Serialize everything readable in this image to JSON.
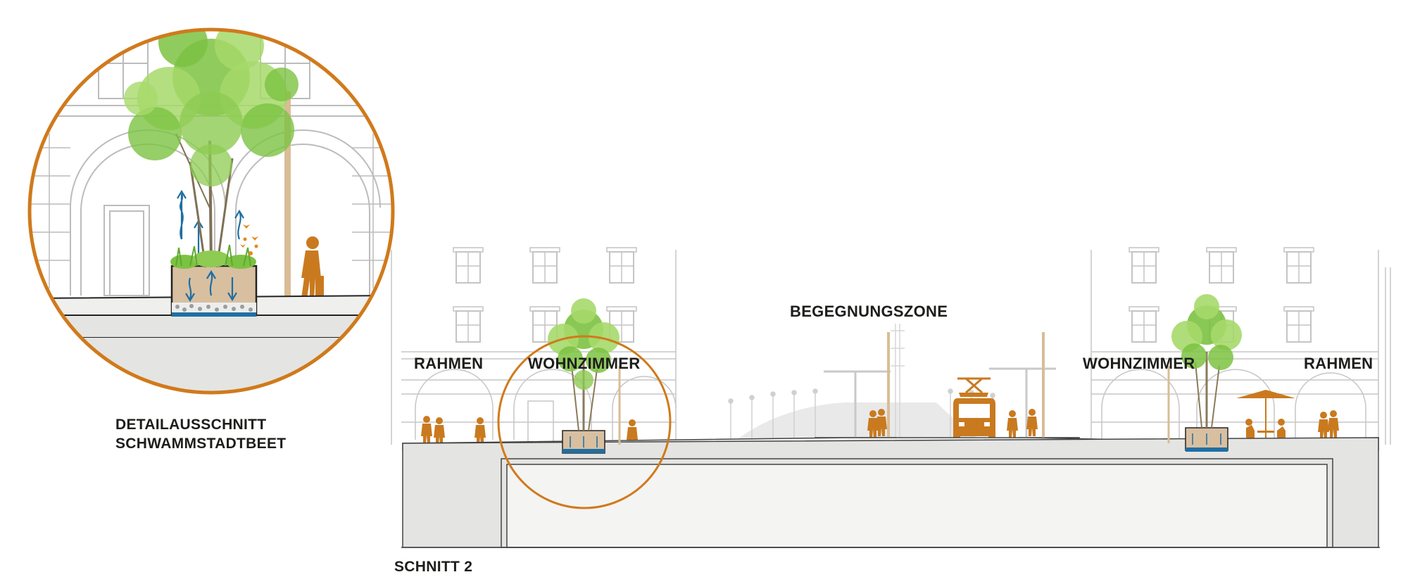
{
  "labels": {
    "zone_rahmen_left": "RAHMEN",
    "zone_wohnzimmer_left": "WOHNZIMMER",
    "zone_begegnungszone": "BEGEGNUNGSZONE",
    "zone_wohnzimmer_right": "WOHNZIMMER",
    "zone_rahmen_right": "RAHMEN",
    "detail_line1": "DETAILAUSSCHNITT",
    "detail_line2": "SCHWAMMSTADTBEET",
    "section_title": "SCHNITT 2"
  },
  "colors": {
    "accent_orange": "#d07a1c",
    "figure_orange": "#c97a1f",
    "tree_green": "#7cc242",
    "tree_green_light": "#a6d96a",
    "water_blue": "#1f6fa3",
    "soil_tan": "#d8bfa0",
    "facade_line": "#b9b9b9",
    "ground_grey": "#e4e4e2",
    "pole_tan": "#d9bd96",
    "text": "#1d1d1b"
  },
  "icons": [
    "tree-icon",
    "person-icon",
    "tram-icon",
    "umbrella-icon",
    "water-arrow-icon",
    "butterfly-icon"
  ]
}
